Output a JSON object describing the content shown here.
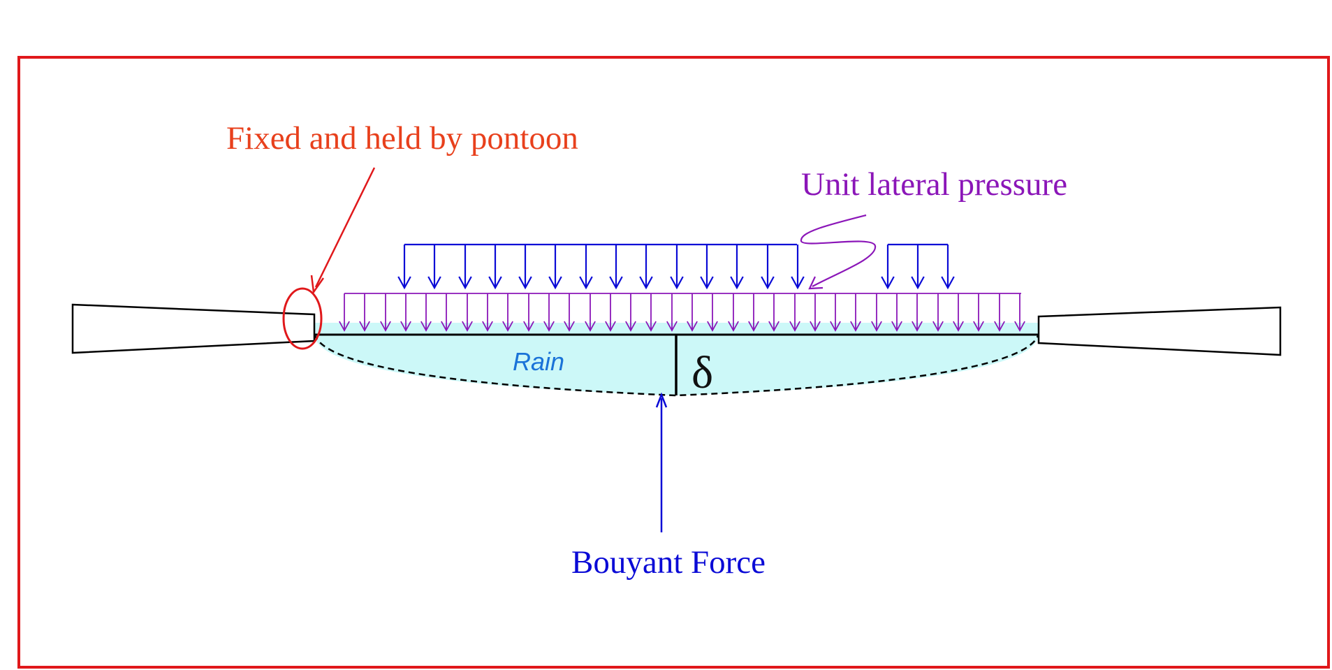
{
  "labels": {
    "fixed_support": "Fixed and held by pontoon",
    "unit_lateral_pressure": "Unit lateral pressure",
    "rain": "Rain",
    "deflection_symbol": "δ",
    "buoyant_force": "Bouyant Force"
  },
  "colors": {
    "frame": "#e0181b",
    "fixed_support": "#e8401c",
    "support_pointer": "#e0181b",
    "lateral_pressure": "#8b16b8",
    "upper_load": "#0a0ad6",
    "buoyant_force": "#0a0ad6",
    "rain_fill": "#ccf8f8",
    "rain_text": "#1a73d8",
    "membrane": "#000000"
  }
}
